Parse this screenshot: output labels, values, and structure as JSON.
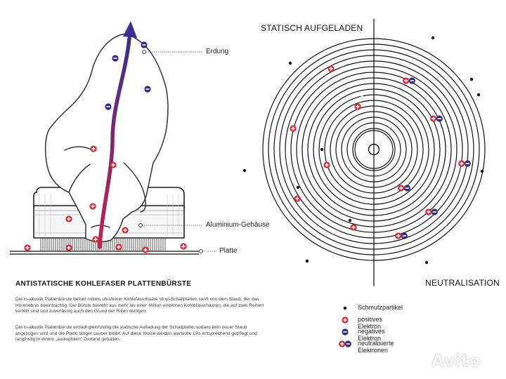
{
  "colors": {
    "positive": "#d42a3a",
    "negative": "#2e2f7a",
    "arrow_top": "#3b2f8f",
    "arrow_bottom": "#c8204a",
    "line": "#111111"
  },
  "labels": {
    "erdung": "Erdung",
    "gehaeuse": "Aluminium-Gehäuse",
    "platte": "Platte",
    "statisch": "STATISCH AUFGELADEN",
    "neutralisation": "NEUTRALISATION"
  },
  "text": {
    "title": "ANTISTATISCHE KOHLEFASER PLATTENBÜRSTE",
    "para1": "Die in-akustik Plattenbürste befreit mittels ultrafeiner Kohlefaserhaare Vinyl-Schallplatten sanft von dem Staub, der das Hörerlebnis beeinträchtig. Die Bürste besteht aus mehr als einer Million einzelnen Kohlefaserhaaren, die auf zwei Reihen verteilt sind und zuverlässig auch den Grund der Rillen reinigen.",
    "para2": "Die in-akustik Plattenbürste entlädt gleichzeitig die statische Aufladung der Schallplatte, sodass kein neuer Staub angezogen wird und die Platte länger sauber bleibt. Auf diese Weise werden wertvolle LPs entsprechend gepflegt und langfristig in einem „audiophilen“ Zustand gehalten."
  },
  "legend": [
    {
      "icon": "dirt-particle-icon",
      "label": "Schmutzpartikel"
    },
    {
      "icon": "positive-electron-icon",
      "label": "positives Elektron"
    },
    {
      "icon": "negative-electron-icon",
      "label": "negatives Elektron"
    },
    {
      "icon": "neutralized-electrons-icon",
      "label": "neutralisierte Elektronen"
    }
  ],
  "watermark": "Avito"
}
